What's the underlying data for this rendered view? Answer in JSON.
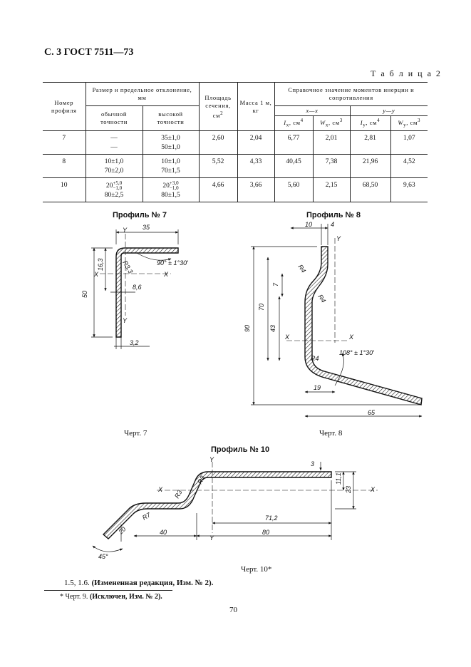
{
  "header": {
    "title": "С. 3 ГОСТ 7511—73"
  },
  "table": {
    "caption": "Т а б л и ц а  2",
    "head": {
      "profile_no": "Номер профиля",
      "size": "Размер и предельное отклонение, мм",
      "size_normal": "обычной точности",
      "size_high": "высокой точности",
      "area": "Площадь сечения, см",
      "area_sup": "2",
      "mass": "Масса 1 м, кг",
      "ref": "Справочное значение моментов инерции и сопротивления",
      "axis_xx": "x—x",
      "axis_yy": "y—y",
      "ix": "I",
      "ix_sub": "x",
      "ix_unit": ", см",
      "ix_sup": "4",
      "wx": "W",
      "wx_sub": "x",
      "wx_unit": ", см",
      "wx_sup": "3",
      "iy": "I",
      "iy_sub": "y",
      "iy_unit": ", см",
      "iy_sup": "4",
      "wy": "W",
      "wy_sub": "y",
      "wy_unit": ", см",
      "wy_sup": "3"
    },
    "rows": [
      {
        "no": "7",
        "normal_1": "—",
        "normal_2": "—",
        "high_1": "35±1,0",
        "high_2": "50±1,0",
        "area": "2,60",
        "mass": "2,04",
        "ix": "6,77",
        "wx": "2,01",
        "iy": "2,81",
        "wy": "1,07"
      },
      {
        "no": "8",
        "normal_1": "10±1,0",
        "normal_2": "70±2,0",
        "high_1": "10±1,0",
        "high_2": "70±1,5",
        "area": "5,52",
        "mass": "4,33",
        "ix": "40,45",
        "wx": "7,38",
        "iy": "21,96",
        "wy": "4,52"
      },
      {
        "no": "10",
        "normal_1_base": "20",
        "normal_1_up": "+5,0",
        "normal_1_down": "−1,0",
        "normal_2": "80±2,5",
        "high_1_base": "20",
        "high_1_up": "+3,0",
        "high_1_down": "−1,0",
        "high_2": "80±1,5",
        "area": "4,66",
        "mass": "3,66",
        "ix": "5,60",
        "wx": "2,15",
        "iy": "68,50",
        "wy": "9,63"
      }
    ]
  },
  "drawings": {
    "p7": {
      "title": "Профиль № 7",
      "caption": "Черт. 7",
      "dims": {
        "w": "35",
        "h": "50",
        "flange": "16,3",
        "ang": "90° ± 1°30′",
        "r": "R3,3",
        "t1": "8,6",
        "t2": "3,2",
        "x": "X",
        "y": "Y"
      }
    },
    "p8": {
      "title": "Профиль № 8",
      "caption": "Черт. 8",
      "dims": {
        "a": "10",
        "b": "4",
        "c": "7",
        "d": "70",
        "e": "43",
        "f": "90",
        "g": "19",
        "h": "65",
        "r1": "R4",
        "r2": "R4",
        "r3": "R4",
        "ang": "108° ± 1°30′",
        "x": "X",
        "y": "Y"
      }
    },
    "p10": {
      "title": "Профиль № 10",
      "caption": "Черт. 10*",
      "dims": {
        "t": "3",
        "h1": "11,1",
        "h2": "23",
        "r1": "R3",
        "r2": "R3",
        "r3": "R7",
        "l1": "20",
        "l2": "40",
        "l3": "80",
        "l4": "71,2",
        "ang": "45°",
        "x": "X",
        "y": "Y"
      }
    }
  },
  "footer": {
    "note_prefix": "1.5, 1.6. ",
    "note_bold": "(Измененная редакция, Изм. № 2).",
    "footnote_prefix": "* Черт. 9. ",
    "footnote_bold": "(Исключен, Изм. № 2).",
    "page": "70"
  }
}
